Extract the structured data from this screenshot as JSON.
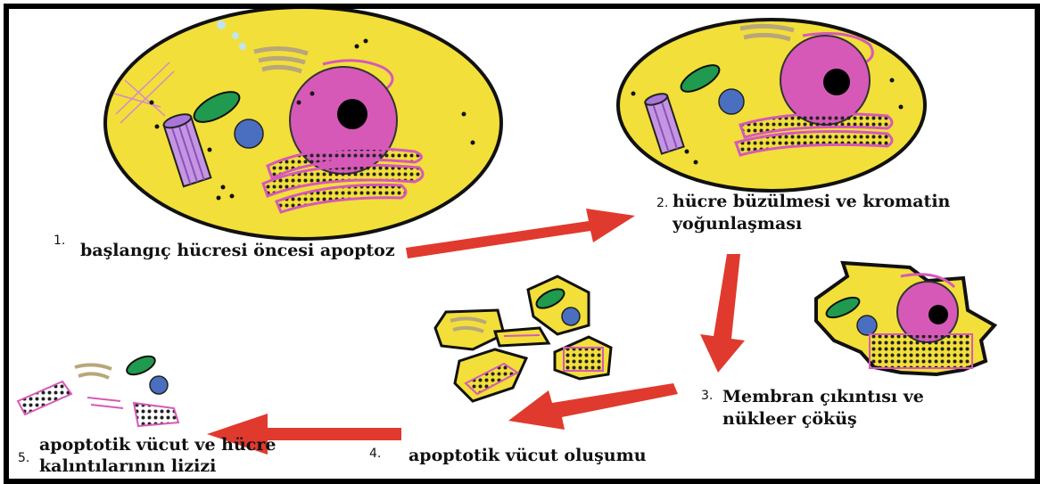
{
  "steps": [
    {
      "number": "1.",
      "text": "başlangıç hücresi öncesi apoptoz"
    },
    {
      "number": "2.",
      "line1": "hücre büzülmesi ve kromatin",
      "line2": "yoğunlaşması"
    },
    {
      "number": "3.",
      "line1": "Membran çıkıntısı ve",
      "line2": "nükleer çöküş"
    },
    {
      "number": "4.",
      "text": "apoptotik vücut oluşumu"
    },
    {
      "number": "5.",
      "line1": "apoptotik vücut ve hücre",
      "line2": "kalıntılarının lizizi"
    }
  ],
  "colors": {
    "cytoplasm": "#f2df3a",
    "nucleus": "#d659b8",
    "nucleolus": "#000000",
    "mitochondrion": "#1f9a4e",
    "vesicle": "#4a6fc0",
    "centriole": "#c595e4",
    "golgi": "#d9cfa8",
    "er": "#d659b8",
    "arrow": "#e03a2e",
    "border": "#000000"
  }
}
